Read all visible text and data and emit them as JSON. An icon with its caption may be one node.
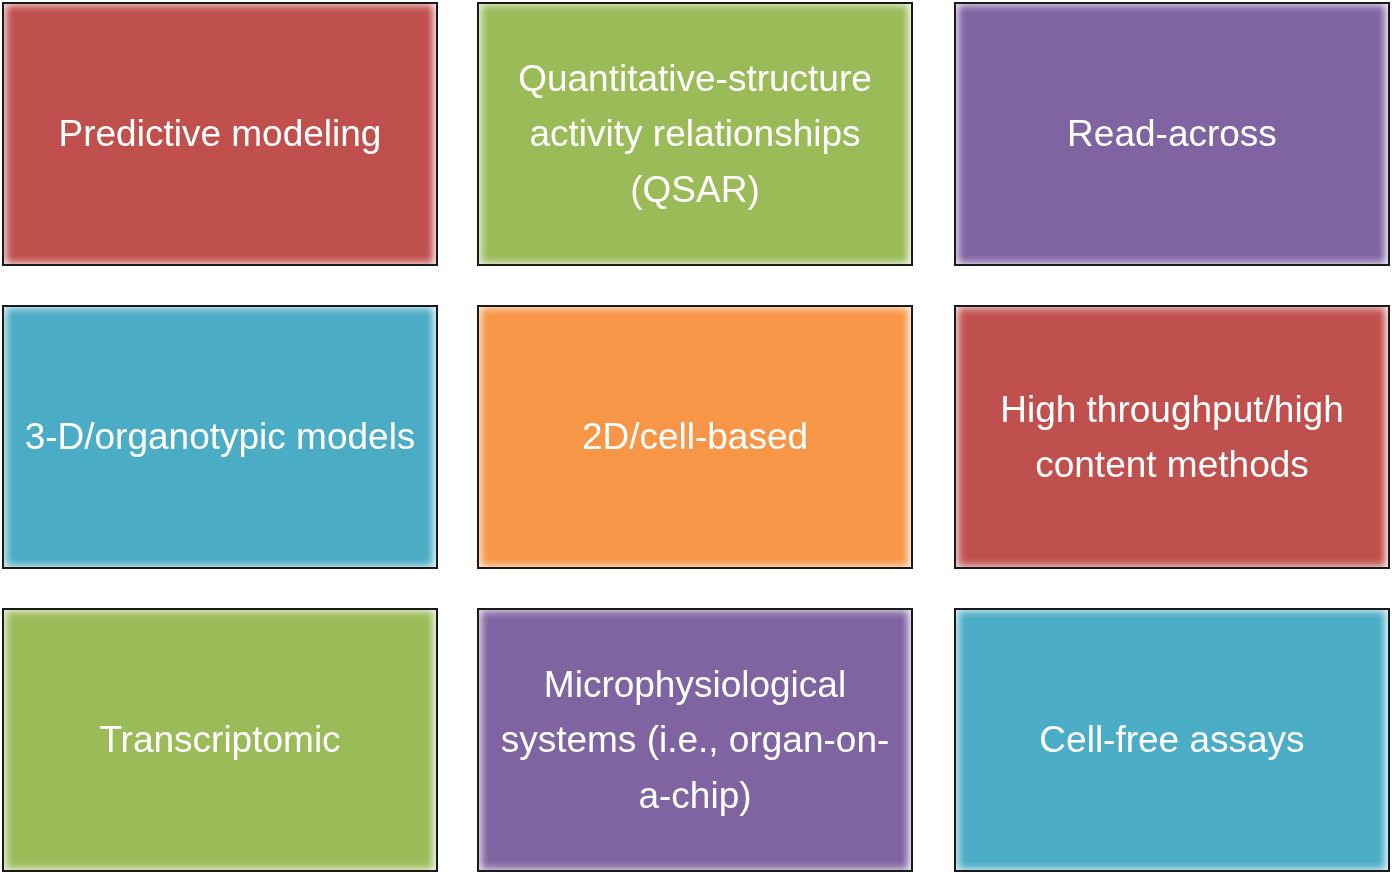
{
  "diagram": {
    "nodes": [
      {
        "text": [
          "Predictive modeling"
        ]
      },
      {
        "text": [
          "Quantitative-structure activity relationships (QSAR)"
        ]
      },
      {
        "text": [
          "Read-across"
        ]
      },
      {
        "text": [
          "3-D/organotypic models"
        ]
      },
      {
        "text": [
          "2D/cell-based"
        ]
      },
      {
        "text": [
          "High throughput/high content methods"
        ]
      },
      {
        "text": [
          "Transcriptomic"
        ]
      },
      {
        "text": [
          "Microphysiological systems (i.e., organ-on-a-chip)"
        ]
      },
      {
        "text": [
          "Cell-free assays"
        ]
      }
    ]
  }
}
